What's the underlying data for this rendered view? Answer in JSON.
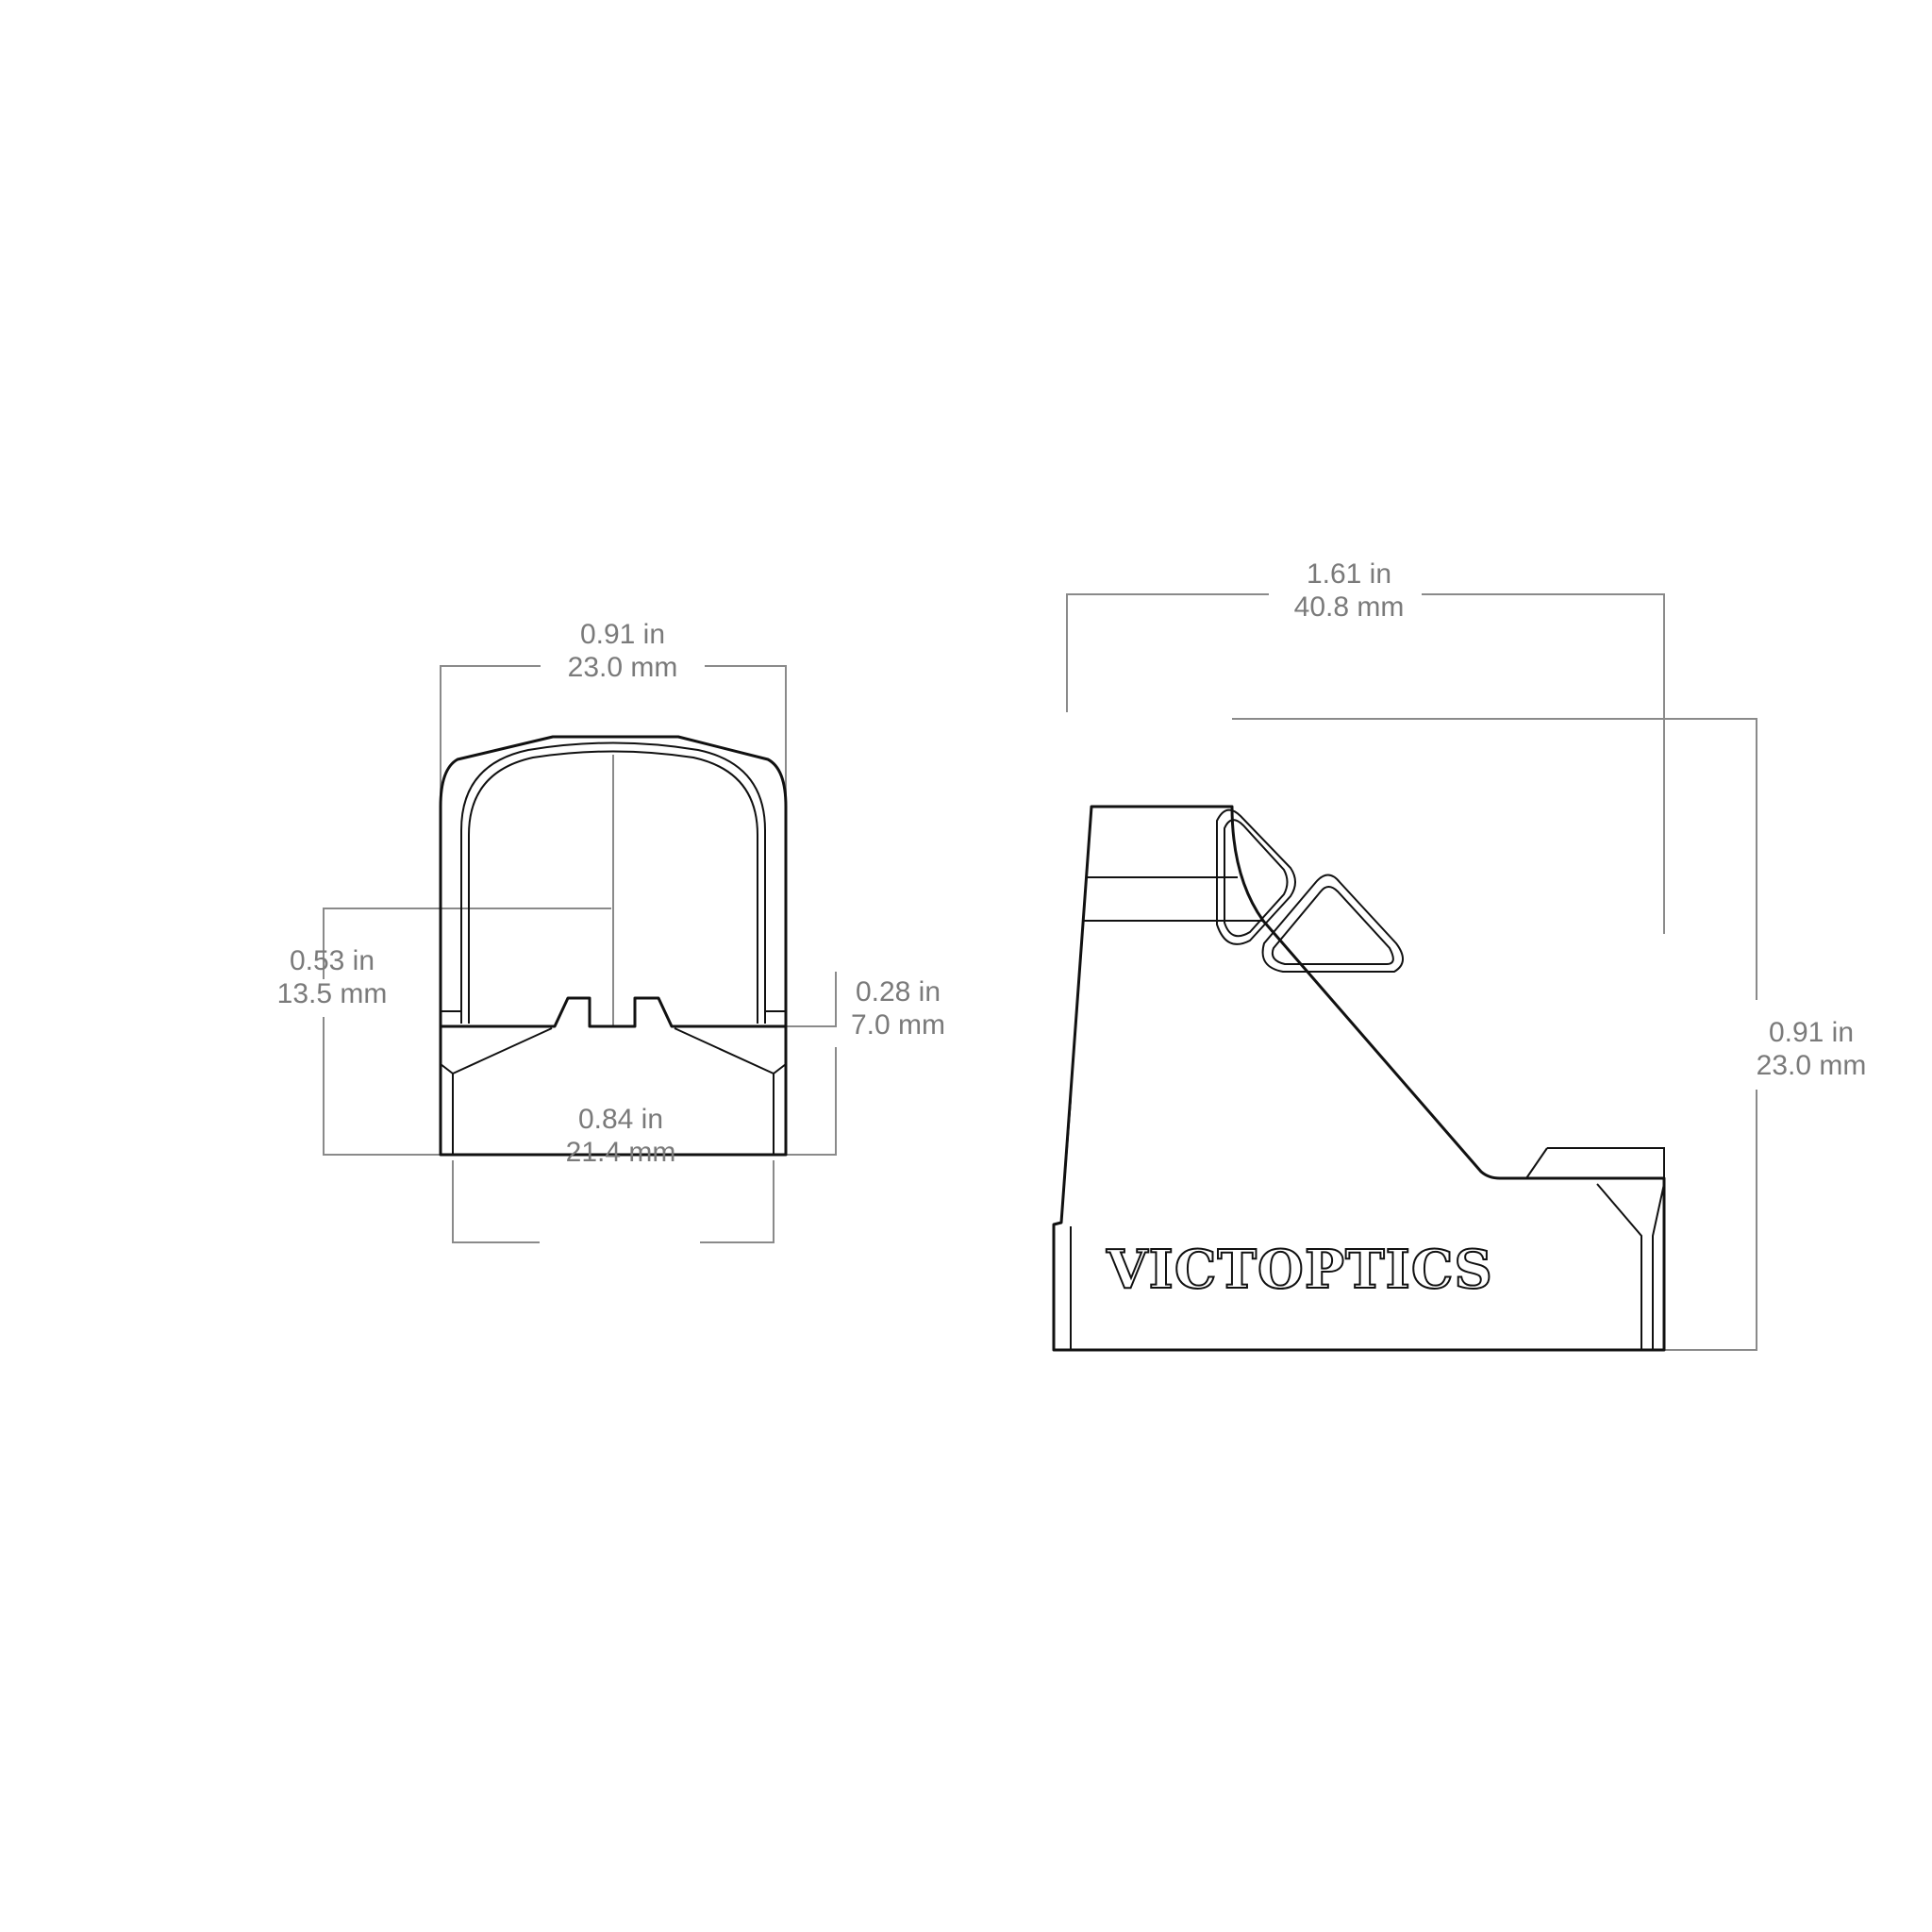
{
  "brand": "VICTOPTICS",
  "colors": {
    "dimension": "#7a7a7a",
    "outline": "#111111",
    "background": "#ffffff"
  },
  "front_view": {
    "overall_width": {
      "in": "0.91 in",
      "mm": "23.0 mm"
    },
    "optical_center_height": {
      "in": "0.53 in",
      "mm": "13.5 mm"
    },
    "base_height": {
      "in": "0.28 in",
      "mm": "7.0 mm"
    },
    "base_width": {
      "in": "0.84 in",
      "mm": "21.4 mm"
    }
  },
  "side_view": {
    "overall_length": {
      "in": "1.61 in",
      "mm": "40.8 mm"
    },
    "overall_height": {
      "in": "0.91 in",
      "mm": "23.0 mm"
    }
  }
}
